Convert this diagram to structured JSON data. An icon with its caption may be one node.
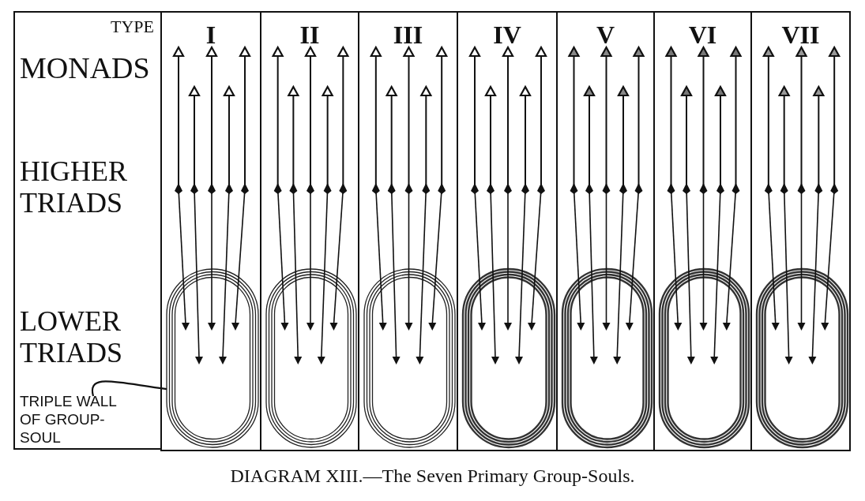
{
  "diagram": {
    "caption": "DIAGRAM XIII.—The Seven Primary Group-Souls.",
    "nodes": [
      {
        "text": [
          "TYPE",
          "MONADS",
          "HIGHER TRIADS",
          "LOWER TRIADS"
        ]
      },
      {
        "text": [
          "TRIPLE WALL OF GROUP-SOUL"
        ],
        "in": 0
      },
      {
        "text": [
          "I"
        ]
      },
      {
        "text": [
          "II"
        ]
      },
      {
        "text": [
          "III"
        ]
      },
      {
        "text": [
          "IV"
        ]
      },
      {
        "text": [
          "V"
        ]
      },
      {
        "text": [
          "VI"
        ]
      },
      {
        "text": [
          "VII"
        ]
      },
      {
        "text": [],
        "shape": "capsule",
        "in": 2
      },
      {
        "text": [],
        "shape": "capsule",
        "in": 3
      },
      {
        "text": [],
        "shape": "capsule",
        "in": 4
      },
      {
        "text": [],
        "shape": "capsule",
        "in": 5
      },
      {
        "text": [],
        "shape": "capsule",
        "in": 6
      },
      {
        "text": [],
        "shape": "capsule",
        "in": 7
      },
      {
        "text": [],
        "shape": "capsule",
        "in": 8
      }
    ],
    "edges": [
      {
        "from": 1,
        "to": 9,
        "arrow": "none"
      }
    ]
  }
}
